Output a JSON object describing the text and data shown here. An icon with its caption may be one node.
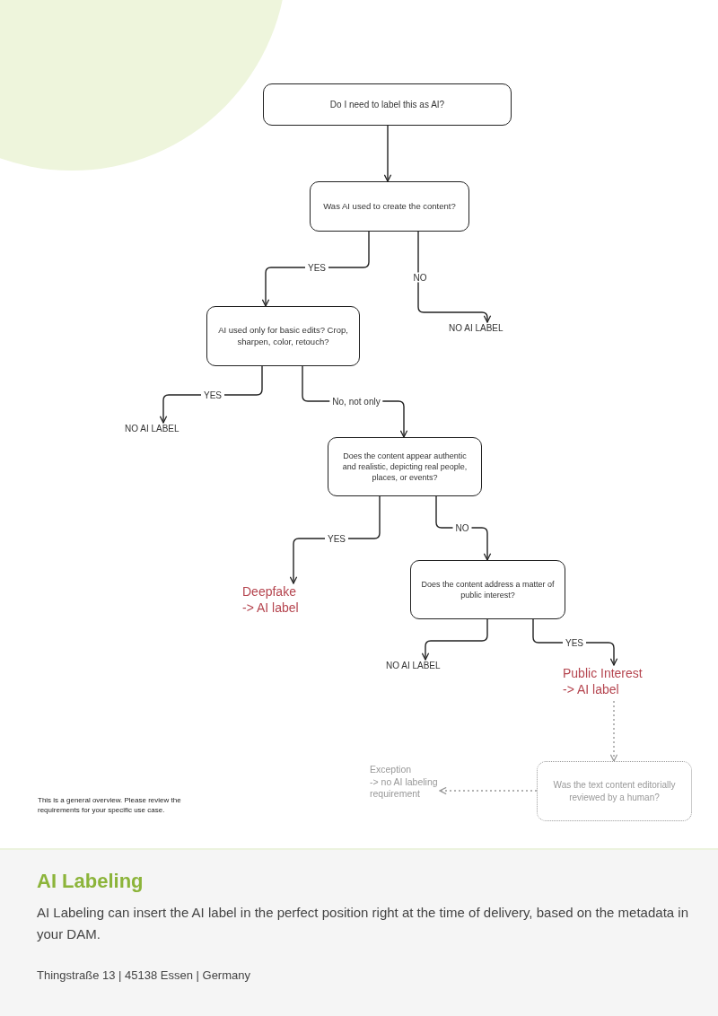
{
  "diagram": {
    "nodes": [
      {
        "text": [
          "Do I need to label this as AI?"
        ]
      },
      {
        "text": [
          "Was AI used to create the content?"
        ]
      },
      {
        "text": [
          "AI used only for basic edits? Crop, sharpen, color, retouch?"
        ]
      },
      {
        "text": [
          "NO AI LABEL"
        ]
      },
      {
        "text": [
          "NO AI LABEL"
        ]
      },
      {
        "text": [
          "Does the content appear authentic and realistic, depicting real people, places, or events?"
        ]
      },
      {
        "text": [
          "Deepfake",
          "-> AI label"
        ]
      },
      {
        "text": [
          "Does the content address a matter of public interest?"
        ]
      },
      {
        "text": [
          "NO AI LABEL"
        ]
      },
      {
        "text": [
          "Public Interest",
          "-> AI label"
        ]
      },
      {
        "text": [
          "Was the text content editorially reviewed by a human?"
        ]
      },
      {
        "text": [
          "Exception",
          "-> no AI labeling requirement"
        ]
      }
    ],
    "edges": [
      {
        "from": 0,
        "to": 1,
        "arrow": "to"
      },
      {
        "from": 1,
        "to": 2,
        "arrow": "to",
        "label": "YES"
      },
      {
        "from": 1,
        "to": 3,
        "arrow": "to",
        "label": "NO"
      },
      {
        "from": 2,
        "to": 4,
        "arrow": "to",
        "label": "YES"
      },
      {
        "from": 2,
        "to": 5,
        "arrow": "to",
        "label": "No, not only"
      },
      {
        "from": 5,
        "to": 6,
        "arrow": "to",
        "label": "YES"
      },
      {
        "from": 5,
        "to": 7,
        "arrow": "to",
        "label": "NO"
      },
      {
        "from": 7,
        "to": 8,
        "arrow": "to"
      },
      {
        "from": 7,
        "to": 9,
        "arrow": "to",
        "label": "YES"
      },
      {
        "from": 9,
        "to": 10,
        "arrow": "to",
        "style": "dashed",
        "color": "#999999"
      },
      {
        "from": 10,
        "to": 11,
        "arrow": "to",
        "style": "dashed",
        "color": "#999999"
      }
    ],
    "labels": [
      "This is a general overview. Please review the requirements for your specific use case.",
      "AI Labeling",
      "AI Labeling can insert the AI label in the perfect position right at the time of delivery, based on the metadata in your DAM.",
      "Thingstraße 13 | 45138 Essen | Germany"
    ]
  }
}
